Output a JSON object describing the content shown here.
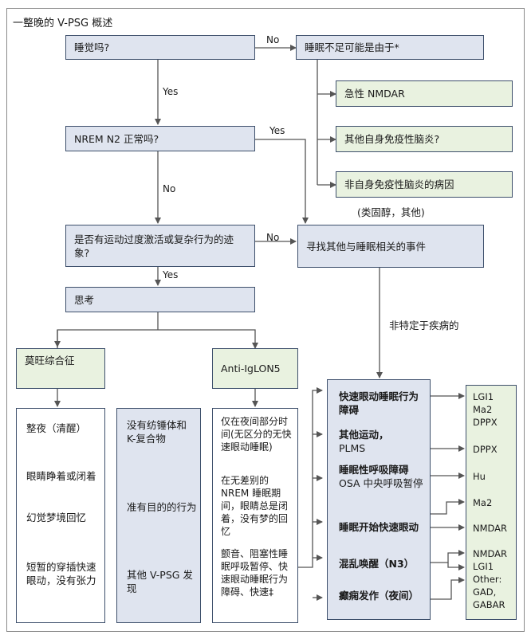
{
  "title": "一整晚的 V-PSG 概述",
  "nodes": {
    "asleep": "睡觉吗?",
    "lack_sleep": "睡眠不足可能是由于*",
    "acute_nmdar": "急性 NMDAR",
    "other_autoimmune": "其他自身免疫性脑炎?",
    "non_autoimmune": "非自身免疫性脑炎的病因",
    "steroid_note": "(类固醇，其他)",
    "nrem_normal": "NREM N2 正常吗?",
    "motor_signs": "是否有运动过度激活或复杂行为的迹象?",
    "find_other": "寻找其他与睡眠相关的事件",
    "think": "思考",
    "morvan": "莫旺综合征",
    "iglon5": "Anti-IgLON5",
    "non_specific": "非特定于疾病的"
  },
  "labels": {
    "no": "No",
    "yes": "Yes"
  },
  "morvan_items": [
    "整夜（清醒）",
    "眼睛睁着或闭着",
    "幻觉梦境回忆",
    "短暂的穿插快速眼动，没有张力"
  ],
  "middle_items": [
    "没有纺锤体和 K-复合物",
    "准有目的的行为",
    "其他 V-PSG 发现"
  ],
  "iglon5_items": [
    "仅在夜间部分时间(无区分的无快速眼动睡眠)",
    "在无差别的 NREM 睡眠期间，眼睛总是闭着，没有梦的回忆",
    "颤音、阻塞性睡眠呼吸暂停、快速眼动睡眠行为障碍、快速‡"
  ],
  "events": [
    {
      "bold": "快速眼动睡眠行为障碍",
      "normal": ""
    },
    {
      "bold": "其他运动，",
      "normal": "PLMS"
    },
    {
      "bold": "睡眠性呼吸障碍",
      "normal": "OSA 中央呼吸暂停"
    },
    {
      "bold": "睡眠开始快速眼动",
      "normal": ""
    },
    {
      "bold": "混乱唤醒（N3）",
      "normal": ""
    },
    {
      "bold": "癫痫发作（夜间）",
      "normal": ""
    }
  ],
  "antibodies": [
    "LGI1 Ma2 DPPX",
    "DPPX",
    "Hu",
    "Ma2",
    "NMDAR",
    "NMDAR LGI1 Other: GAD, GABAR"
  ]
}
